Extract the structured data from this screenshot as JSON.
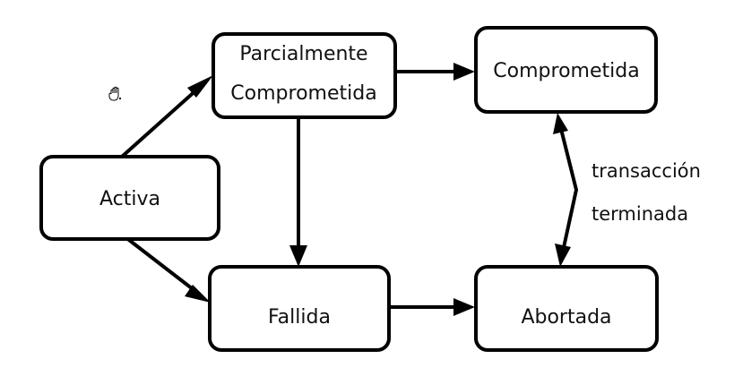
{
  "nodes": {
    "activa": {
      "label": "Activa"
    },
    "parcialmente_comprometida": {
      "label_line1": "Parcialmente",
      "label_line2": "Comprometida"
    },
    "comprometida": {
      "label": "Comprometida"
    },
    "fallida": {
      "label": "Fallida"
    },
    "abortada": {
      "label": "Abortada"
    }
  },
  "edges": {
    "abortada_comprometida": {
      "label_line1": "transacción",
      "label_line2": "terminada"
    }
  },
  "cursor": {
    "icon": "hand-cursor-icon"
  }
}
